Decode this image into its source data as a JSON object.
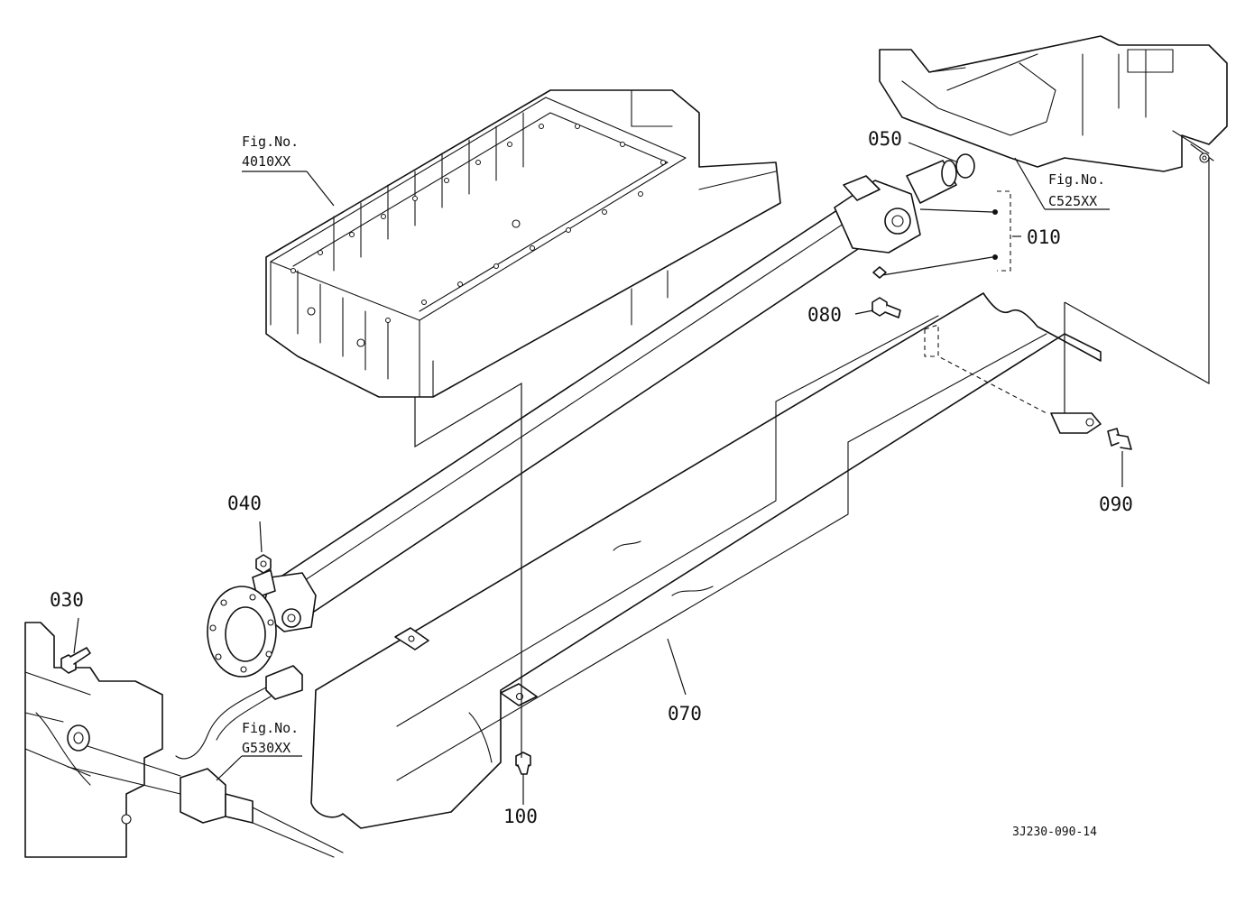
{
  "parts": {
    "p010": "010",
    "p030": "030",
    "p040": "040",
    "p050": "050",
    "p070": "070",
    "p080": "080",
    "p090": "090",
    "p100": "100"
  },
  "figure_refs": {
    "oil_pan": {
      "line1": "Fig.No.",
      "line2": "4010XX"
    },
    "housing": {
      "line1": "Fig.No.",
      "line2": "C525XX"
    },
    "front_axle": {
      "line1": "Fig.No.",
      "line2": "G530XX"
    }
  },
  "drawing_code": "3J230-090-14"
}
